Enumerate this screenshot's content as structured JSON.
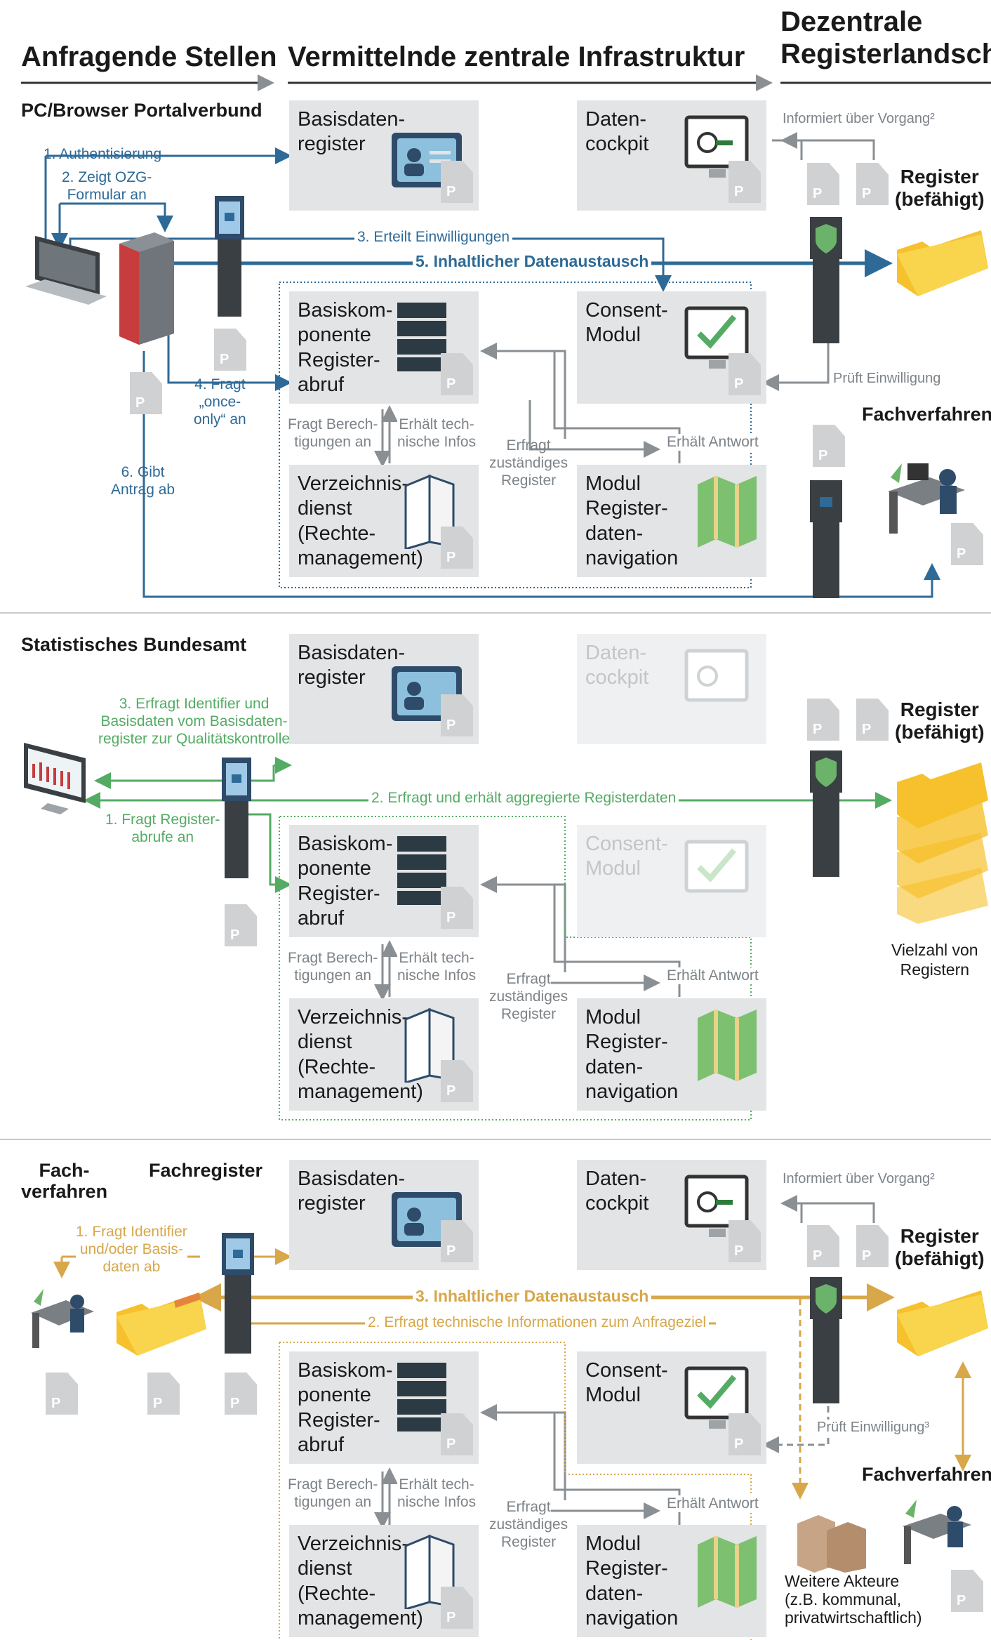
{
  "headers": {
    "col1": "Anfragende Stellen",
    "col2": "Vermittelnde zentrale Infrastruktur",
    "col3": "Dezentrale\nRegisterlandschaft"
  },
  "section1": {
    "subtitle": "PC/Browser  Portalverbund",
    "steps": {
      "s1": "1. Authentisierung",
      "s2": "2. Zeigt OZG-\nFormular an",
      "s3": "3. Erteilt Einwilligungen",
      "s4": "4. Fragt\n„once-\nonly“ an",
      "s5": "5. Inhaltlicher Datenaustausch",
      "s6": "6. Gibt\nAntrag ab"
    },
    "informiert": "Informiert über Vorgang²",
    "prueft": "Prüft Einwilligung",
    "register": "Register\n(befähigt)",
    "fachverfahren": "Fachverfahren"
  },
  "section2": {
    "subtitle": "Statistisches Bundesamt",
    "steps": {
      "s1": "1. Fragt Register-\nabrufe an",
      "s2": "2. Erfragt und erhält aggregierte Registerdaten",
      "s3": "3. Erfragt Identifier und\nBasisdaten vom Basisdaten-\nregister zur Qualitätskontrolle"
    },
    "register": "Register\n(befähigt)",
    "vielzahl": "Vielzahl von\nRegistern"
  },
  "section3": {
    "fachverfahren_left": "Fach-\nverfahren",
    "fachregister": "Fachregister",
    "steps": {
      "s1": "1. Fragt Identifier\nund/oder Basis-\ndaten ab",
      "s2": "2. Erfragt technische Informationen zum Anfrageziel",
      "s3": "3. Inhaltlicher Datenaustausch"
    },
    "informiert": "Informiert über Vorgang²",
    "prueft": "Prüft Einwilligung³",
    "register": "Register\n(befähigt)",
    "fachverfahren": "Fachverfahren",
    "weitere": "Weitere Akteure\n(z.B. kommunal,\nprivatwirtschaftlich)"
  },
  "boxes": {
    "basisdaten": "Basisdaten-\nregister",
    "datencockpit": "Daten-\ncockpit",
    "basiskomponente": "Basiskom-\nponente\nRegister-\nabruf",
    "consent": "Consent-\nModul",
    "verzeichnis": "Verzeichnis-\ndienst\n(Rechte-\nmanagement)",
    "modul": "Modul\nRegister-\ndaten-\nnavigation"
  },
  "inner": {
    "fragt_berech": "Fragt Berech-\ntigungen an",
    "erhaelt_tech": "Erhält tech-\nnische Infos",
    "erfragt_zust": "Erfragt\nzuständiges\nRegister",
    "erhaelt_antwort": "Erhält Antwort"
  },
  "colors": {
    "blue": "#2e6a97",
    "green": "#54ab64",
    "gold": "#d7a74a",
    "grey": "#7d8388"
  }
}
